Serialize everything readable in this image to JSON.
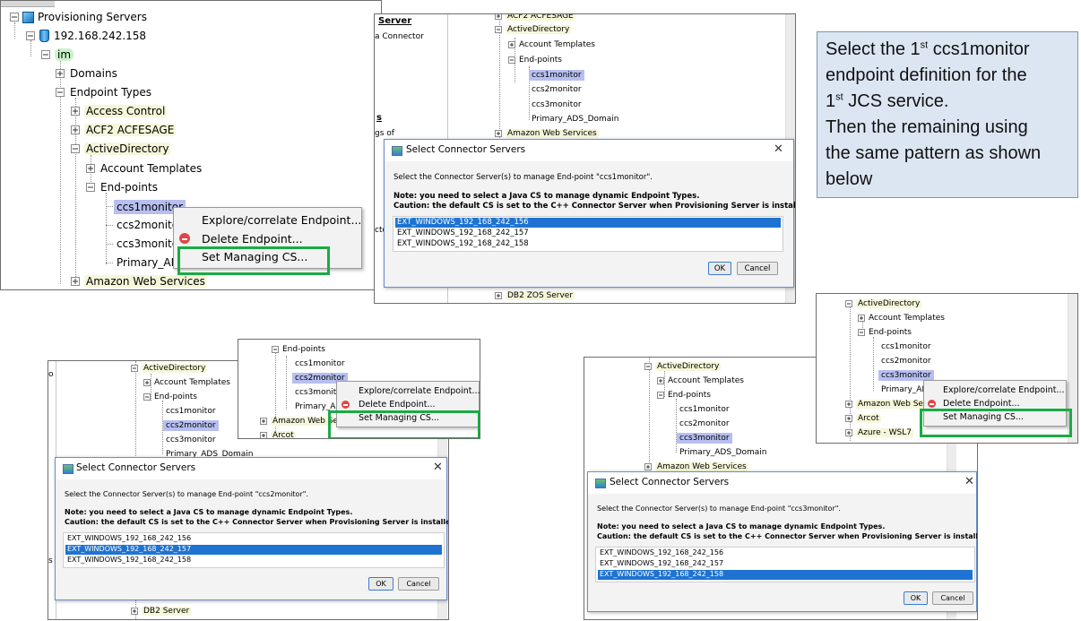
{
  "panel1": {
    "tree": {
      "provisioning_servers": "Provisioning Servers",
      "server_ip": "192.168.242.158",
      "im": "im",
      "domains": "Domains",
      "endpoint_types": "Endpoint Types",
      "access_control": "Access Control",
      "acf2": "ACF2 ACFESAGE",
      "active_directory": "ActiveDirectory",
      "account_templates": "Account Templates",
      "end_points": "End-points",
      "ccs1monitor": "ccs1monitor",
      "ccs2monitor": "ccs2monitor",
      "ccs3monitor": "ccs3monitor",
      "primary_ads": "Primary_ADS",
      "amazon_web_services": "Amazon Web Services"
    },
    "menu": {
      "explore": "Explore/correlate Endpoint...",
      "delete": "Delete Endpoint...",
      "set_managing": "Set Managing CS..."
    }
  },
  "panel2": {
    "left_fragments": {
      "server": "Server",
      "connector": "a Connector",
      "s": "s",
      "gs_of": "gs of",
      "cto": "cto"
    },
    "tree": {
      "acf2": "ACF2 ACFESAGE",
      "active_directory": "ActiveDirectory",
      "account_templates": "Account Templates",
      "end_points": "End-points",
      "ccs1monitor": "ccs1monitor",
      "ccs2monitor": "ccs2monitor",
      "ccs3monitor": "ccs3monitor",
      "primary_ads_domain": "Primary_ADS_Domain",
      "amazon_web_services": "Amazon Web Services",
      "db2_zos": "DB2 ZOS Server"
    },
    "dialog": {
      "title": "Select Connector Servers",
      "prompt": "Select the Connector Server(s) to manage End-point \"ccs1monitor\".",
      "note": "Note: you need to select a Java CS to manage dynamic Endpoint Types.",
      "caution": "Caution: the default CS is set to the C++ Connector Server when Provisioning Server is installed.",
      "items": [
        "EXT_WINDOWS_192_168_242_156",
        "EXT_WINDOWS_192_168_242_157",
        "EXT_WINDOWS_192_168_242_158"
      ],
      "selected_index": 0,
      "ok": "OK",
      "cancel": "Cancel",
      "close": "✕"
    }
  },
  "note": {
    "line1_pre": "Select the 1",
    "line1_sup": "st",
    "line1_post": " ccs1monitor",
    "line2": "endpoint definition for the",
    "line3_pre": "1",
    "line3_sup": "st",
    "line3_post": " JCS service.",
    "line4": "Then the remaining using",
    "line5": "the same pattern as shown",
    "line6": "below"
  },
  "panel3": {
    "fragment": "o",
    "tree": {
      "active_directory": "ActiveDirectory",
      "account_templates": "Account Templates",
      "end_points": "End-points",
      "ccs1monitor": "ccs1monitor",
      "ccs2monitor": "ccs2monitor",
      "ccs3monitor": "ccs3monitor",
      "primary_ads_domain": "Primary_ADS_Domain",
      "db2_server": "DB2 Server",
      "s": "s"
    },
    "dialog": {
      "title": "Select Connector Servers",
      "prompt": "Select the Connector Server(s) to manage End-point \"ccs2monitor\".",
      "note": "Note: you need to select a Java CS to manage dynamic Endpoint Types.",
      "caution": "Caution: the default CS is set to the C++ Connector Server when Provisioning Server is installed.",
      "items": [
        "EXT_WINDOWS_192_168_242_156",
        "EXT_WINDOWS_192_168_242_157",
        "EXT_WINDOWS_192_168_242_158"
      ],
      "selected_index": 1,
      "ok": "OK",
      "cancel": "Cancel",
      "close": "✕"
    }
  },
  "panel4": {
    "tree": {
      "end_points": "End-points",
      "ccs1monitor": "ccs1monitor",
      "ccs2monitor": "ccs2monitor",
      "ccs3monitor": "ccs3monitor",
      "primary_ads": "Primary_ADS",
      "amazon_web_serv": "Amazon Web Serv",
      "arcot": "Arcot"
    },
    "menu": {
      "explore": "Explore/correlate Endpoint...",
      "delete": "Delete Endpoint...",
      "set_managing": "Set Managing CS..."
    }
  },
  "panel5": {
    "tree": {
      "active_directory": "ActiveDirectory",
      "account_templates": "Account Templates",
      "end_points": "End-points",
      "ccs1monitor": "ccs1monitor",
      "ccs2monitor": "ccs2monitor",
      "ccs3monitor": "ccs3monitor",
      "primary_ads_domain": "Primary_ADS_Domain",
      "amazon_web_services": "Amazon Web Services"
    },
    "dialog": {
      "title": "Select Connector Servers",
      "prompt": "Select the Connector Server(s) to manage End-point \"ccs3monitor\".",
      "note": "Note: you need to select a Java CS to manage dynamic Endpoint Types.",
      "caution": "Caution: the default CS is set to the C++ Connector Server when Provisioning Server is installed.",
      "items": [
        "EXT_WINDOWS_192_168_242_156",
        "EXT_WINDOWS_192_168_242_157",
        "EXT_WINDOWS_192_168_242_158"
      ],
      "selected_index": 2,
      "ok": "OK",
      "cancel": "Cancel",
      "close": "✕"
    }
  },
  "panel6": {
    "tree": {
      "active_directory": "ActiveDirectory",
      "account_templates": "Account Templates",
      "end_points": "End-points",
      "ccs1monitor": "ccs1monitor",
      "ccs2monitor": "ccs2monitor",
      "ccs3monitor": "ccs3monitor",
      "primary_ad": "Primary_AD",
      "amazon_web_serv": "Amazon Web Serv",
      "arcot": "Arcot",
      "azure": "Azure - WSL7"
    },
    "menu": {
      "explore": "Explore/correlate Endpoint...",
      "delete": "Delete Endpoint...",
      "set_managing": "Set Managing CS..."
    }
  }
}
